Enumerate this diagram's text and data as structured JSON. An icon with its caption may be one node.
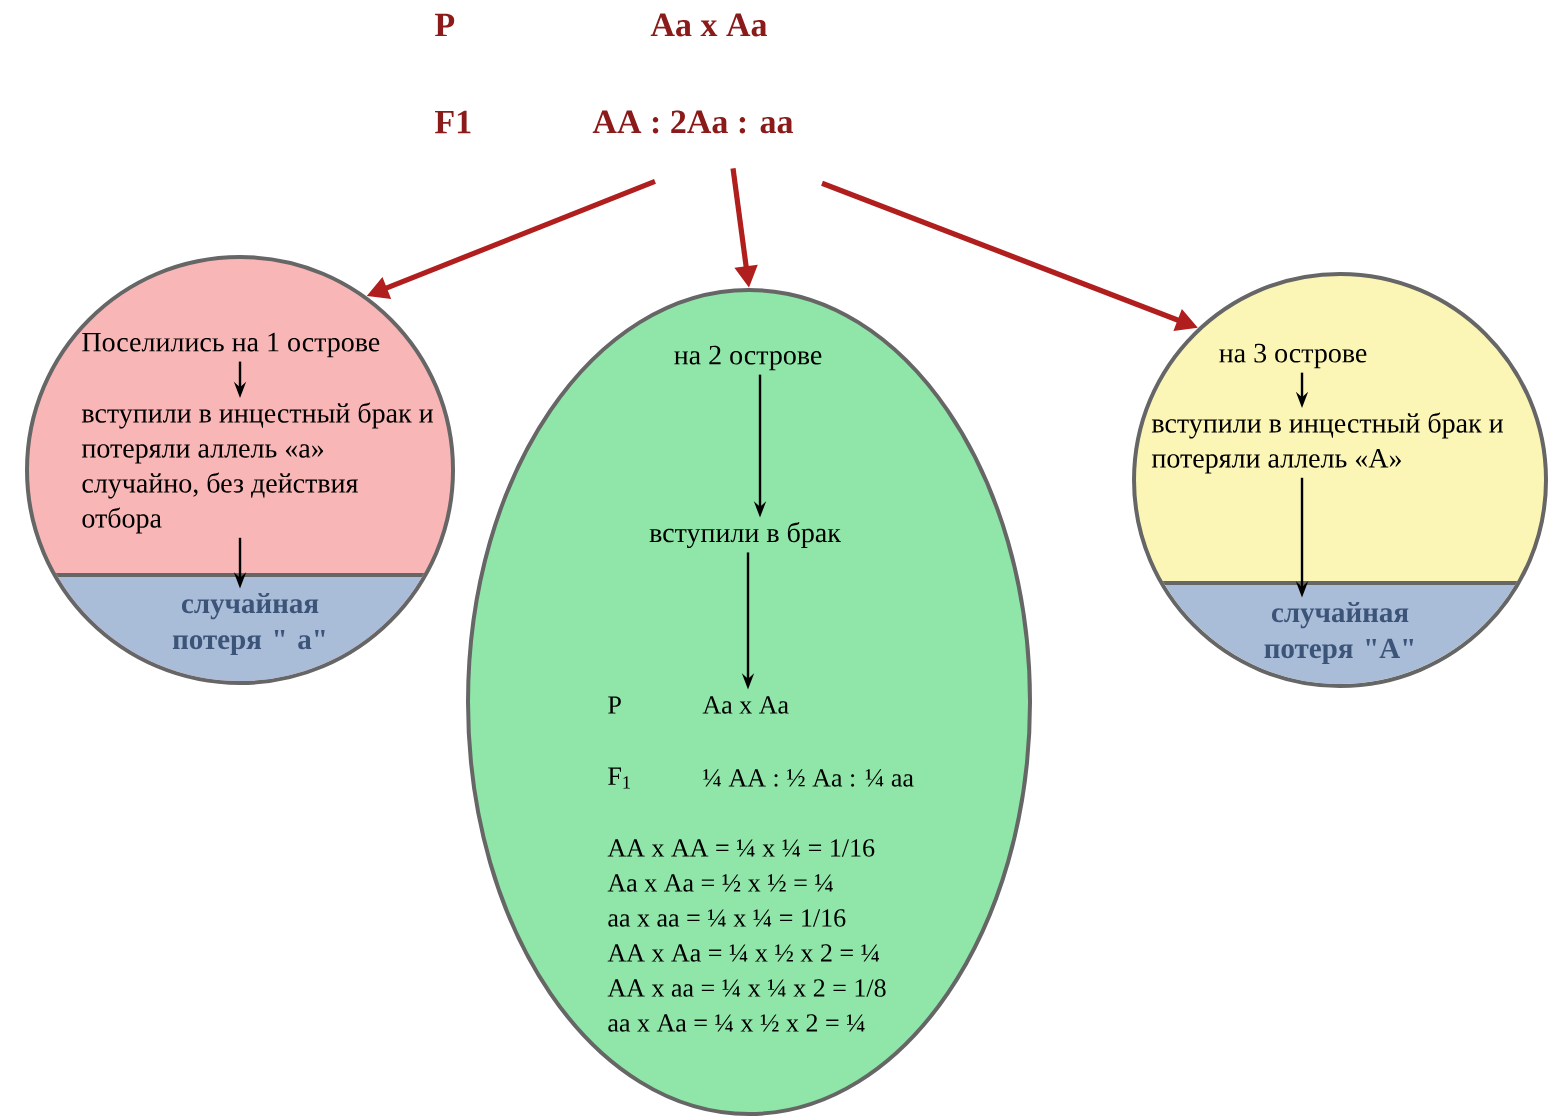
{
  "diagram": {
    "nodes": [
      {
        "text": [
          "P",
          "Aa x Aa",
          "F1",
          "AA : 2Aa : aa"
        ]
      },
      {
        "text": [],
        "shape": "circle"
      },
      {
        "text": [
          "Поселились на 1 острове"
        ],
        "in": 1
      },
      {
        "text": [
          "вступили в инцестный брак и потеряли аллель «a» случайно, без действия отбора"
        ],
        "in": 1
      },
      {
        "text": [
          "случайная потеря \" a\""
        ],
        "in": 1
      },
      {
        "text": [],
        "shape": "ellipse"
      },
      {
        "text": [
          "на 2 острове"
        ],
        "in": 5
      },
      {
        "text": [
          "вступили в брак"
        ],
        "in": 5
      },
      {
        "text": [
          "P",
          "Aa x Aa",
          "F$_{1}$",
          "¼ AA : ½ Aa : ¼ aa",
          "AA x AA = ¼ x ¼ = 1/16",
          "Aa x Aa = ½ x ½ = ¼",
          "aa x aa = ¼ x ¼ = 1/16",
          "AA x Aa = ¼ x ½ x 2 = ¼",
          "AA x aa = ¼ x ¼ x 2 = 1/8",
          "aa x Aa = ¼ x ½ x 2 = ¼"
        ],
        "in": 5
      },
      {
        "text": [],
        "shape": "circle"
      },
      {
        "text": [
          "на 3 острове"
        ],
        "in": 9
      },
      {
        "text": [
          "вступили в инцестный брак и потеряли аллель «A»"
        ],
        "in": 9
      },
      {
        "text": [
          "случайная потеря \"A\""
        ],
        "in": 9
      }
    ],
    "edges": [
      {
        "from": 0,
        "to": 1,
        "arrow": "to",
        "style": "thick",
        "color": "#b01e1e"
      },
      {
        "from": 0,
        "to": 5,
        "arrow": "to",
        "style": "thick",
        "color": "#b01e1e"
      },
      {
        "from": 0,
        "to": 9,
        "arrow": "to",
        "style": "thick",
        "color": "#b01e1e"
      },
      {
        "from": 2,
        "to": 3,
        "arrow": "to"
      },
      {
        "from": 3,
        "to": 4,
        "arrow": "to"
      },
      {
        "from": 6,
        "to": 7,
        "arrow": "to"
      },
      {
        "from": 7,
        "to": 8,
        "arrow": "to"
      },
      {
        "from": 10,
        "to": 11,
        "arrow": "to"
      },
      {
        "from": 11,
        "to": 12,
        "arrow": "to"
      }
    ]
  }
}
